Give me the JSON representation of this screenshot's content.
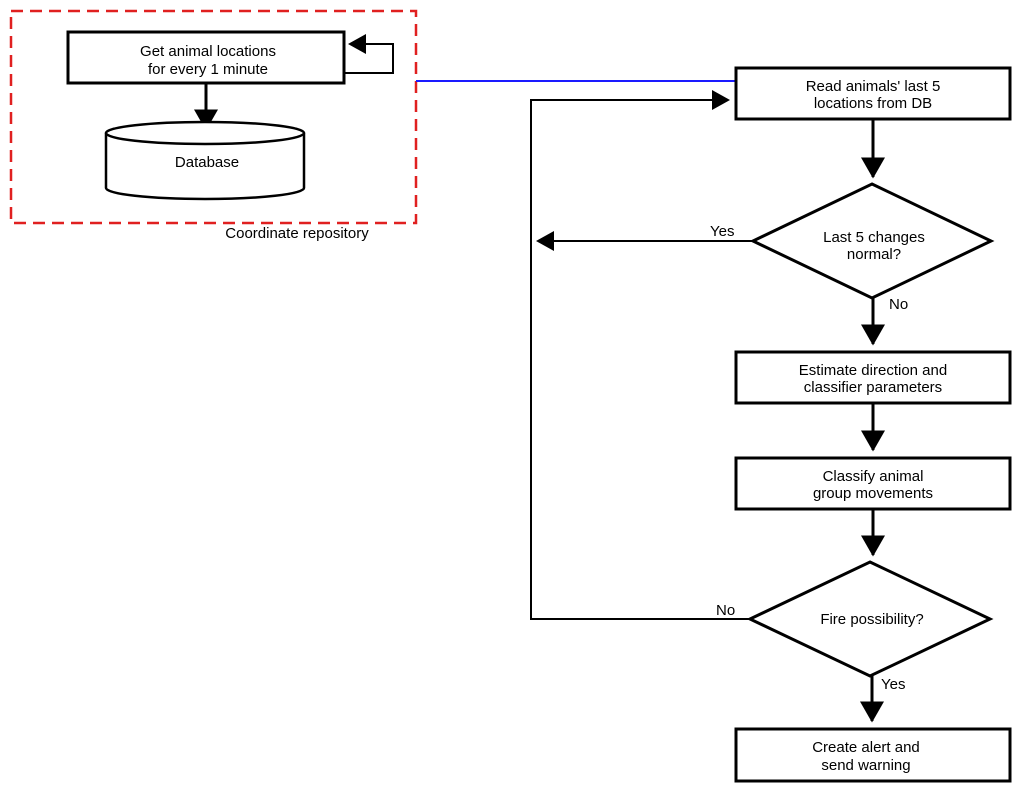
{
  "repository": {
    "label": "Coordinate repository",
    "border_color": "#e02020",
    "get_locations": {
      "line1": "Get animal locations",
      "line2": "for every 1 minute"
    },
    "database": {
      "label": "Database"
    }
  },
  "link_color": "#1a1aff",
  "steps": {
    "read": {
      "line1": "Read animals' last 5",
      "line2": "locations from DB"
    },
    "normal_check": {
      "line1": "Last 5 changes",
      "line2": "normal?",
      "yes": "Yes",
      "no": "No"
    },
    "estimate": {
      "line1": "Estimate direction and",
      "line2": "classifier parameters"
    },
    "classify": {
      "line1": "Classify animal",
      "line2": "group movements"
    },
    "fire_check": {
      "line1": "Fire possibility?",
      "yes": "Yes",
      "no": "No"
    },
    "alert": {
      "line1": "Create alert and",
      "line2": "send warning"
    }
  }
}
